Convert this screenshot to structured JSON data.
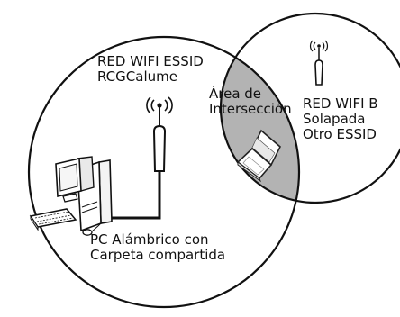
{
  "network_a": {
    "label_line1": "RED WIFI ESSID",
    "label_line2": "RCGCalume"
  },
  "network_b": {
    "label_line1": "RED WIFI B",
    "label_line2": "Solapada",
    "label_line3": "Otro ESSID"
  },
  "intersection": {
    "label_line1": "Área de",
    "label_line2": "Intersección"
  },
  "pc": {
    "label_line1": "PC Alámbrico con",
    "label_line2": "Carpeta compartida"
  },
  "colors": {
    "outline": "#111111",
    "intersection_fill": "#b3b3b3",
    "background": "#ffffff"
  },
  "icons": [
    "router-antenna-icon",
    "small-antenna-icon",
    "laptop-icon",
    "desktop-pc-icon",
    "keyboard-icon",
    "mouse-icon"
  ]
}
